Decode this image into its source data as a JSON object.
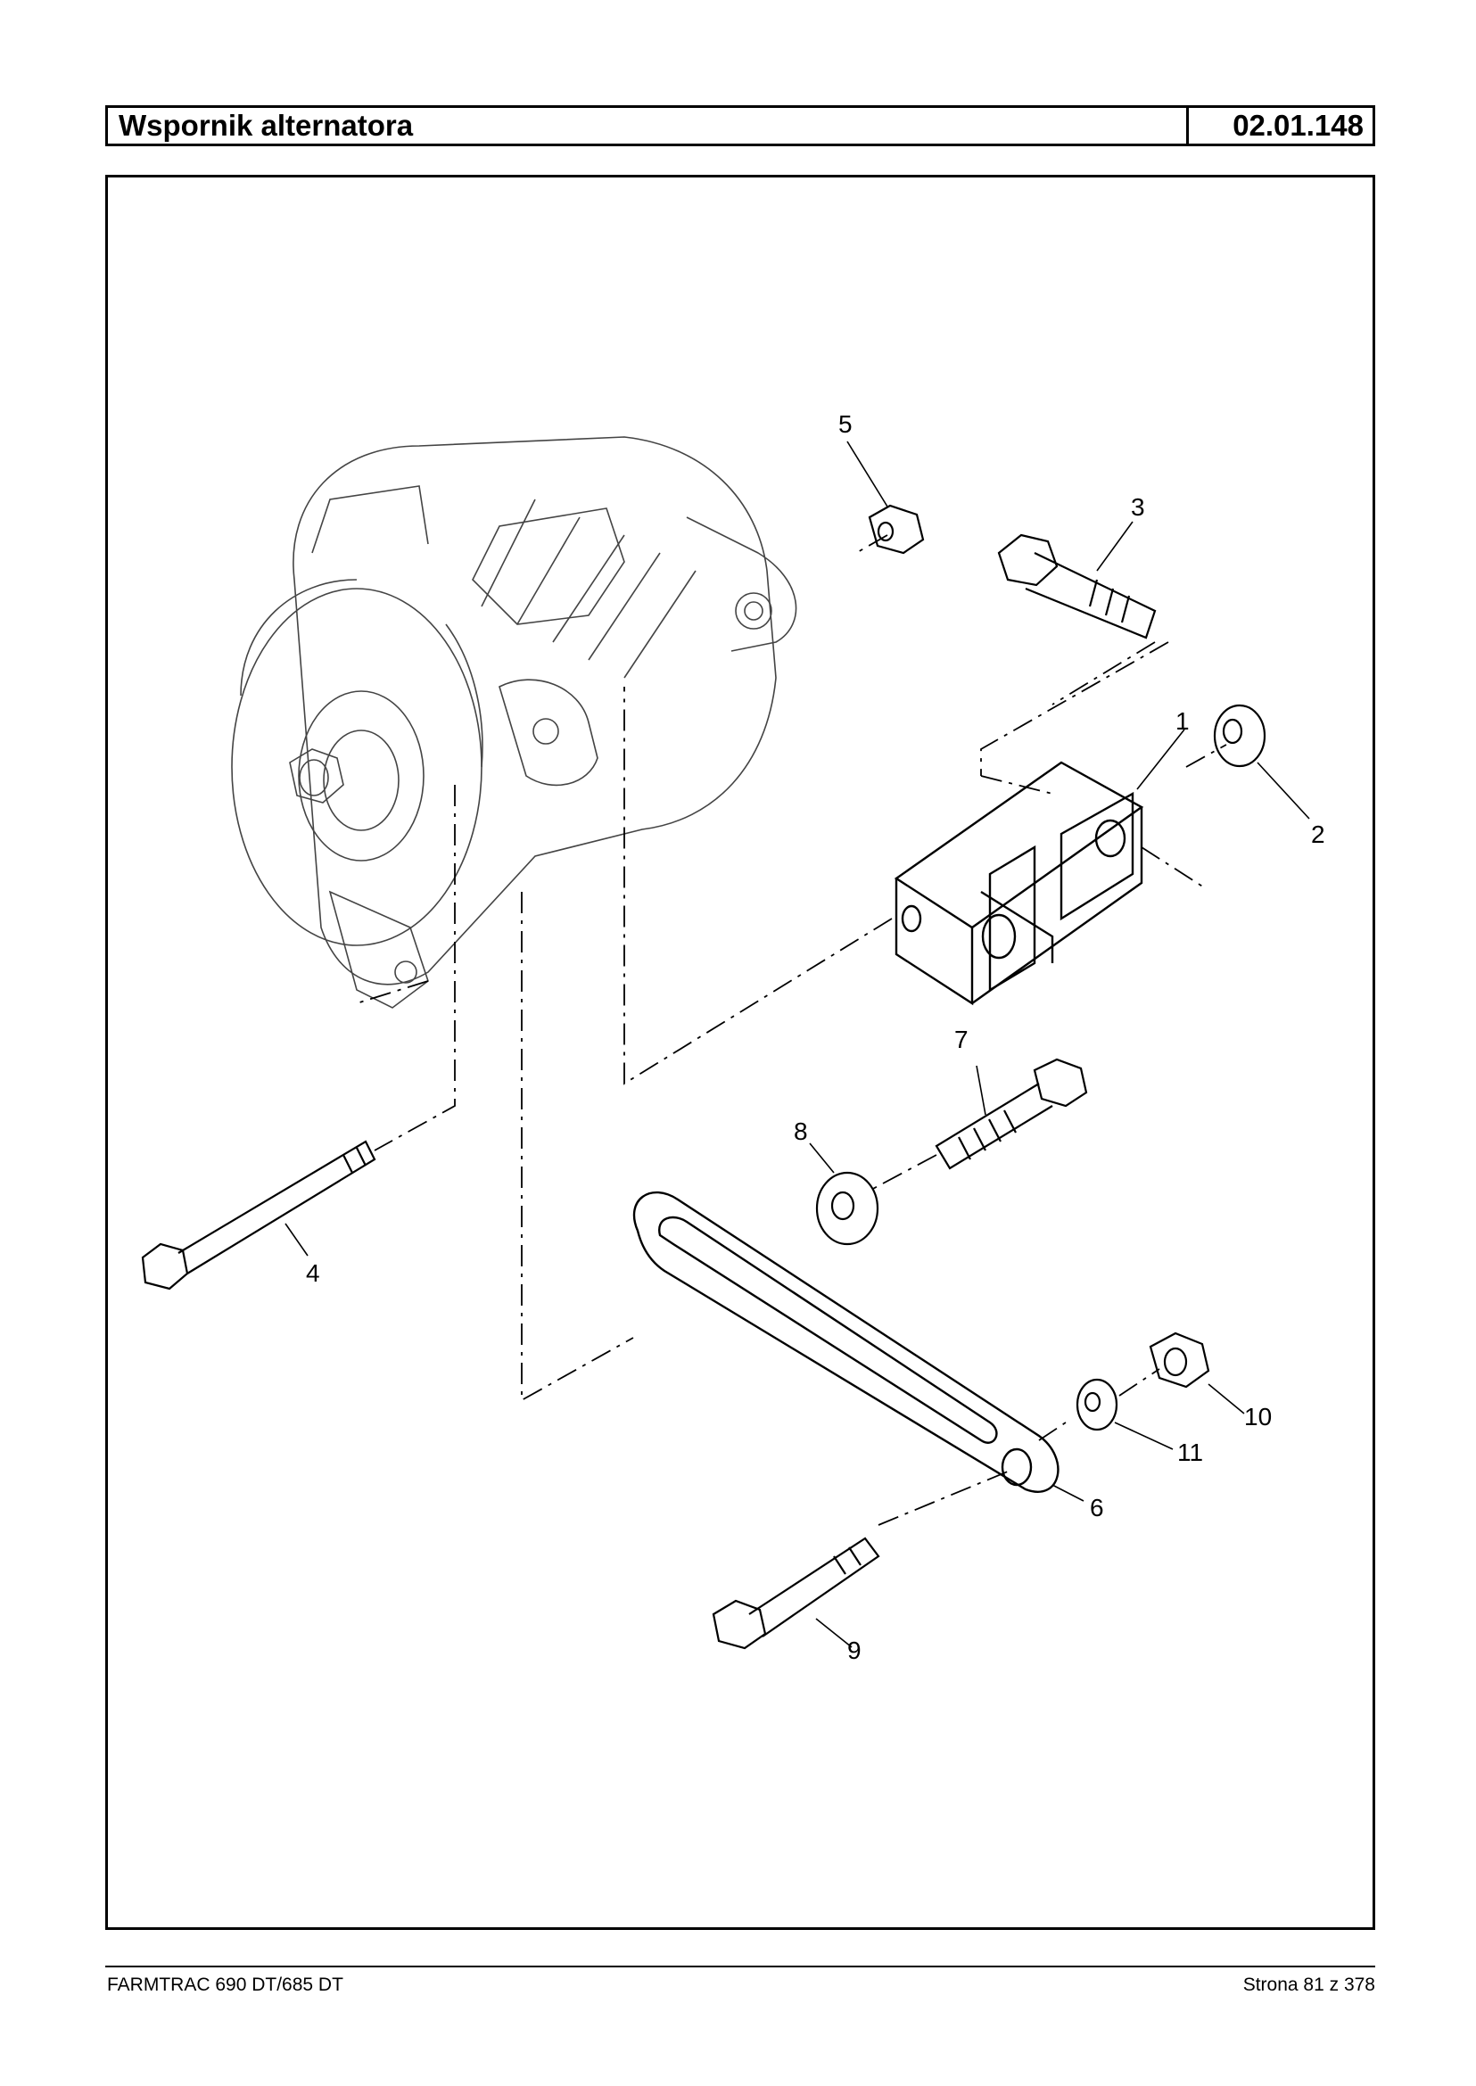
{
  "header": {
    "title": "Wspornik alternatora",
    "code": "02.01.148"
  },
  "footer": {
    "left": "FARMTRAC 690 DT/685 DT",
    "right": "Strona 81 z 378"
  },
  "callouts": [
    "1",
    "2",
    "3",
    "4",
    "5",
    "6",
    "7",
    "8",
    "9",
    "10",
    "11"
  ]
}
